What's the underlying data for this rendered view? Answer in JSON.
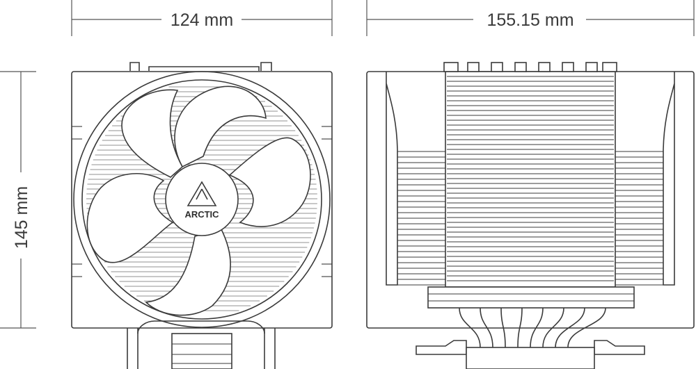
{
  "dimensions": {
    "front_width": "124 mm",
    "side_depth": "155.15 mm",
    "height": "145 mm"
  },
  "fan_logo": {
    "brand": "ARCTIC",
    "icon": "arctic-triangle-logo-icon"
  },
  "colors": {
    "line": "#3a3a3a",
    "background": "#ffffff"
  }
}
